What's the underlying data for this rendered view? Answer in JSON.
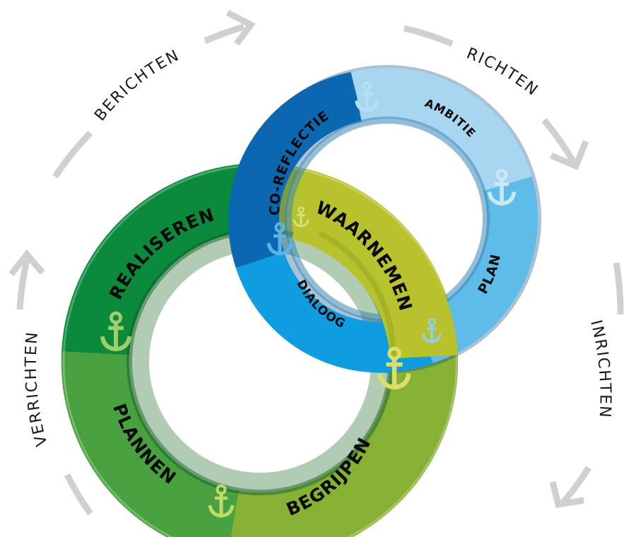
{
  "cycle": {
    "berichten": "BERICHTEN",
    "richten": "RICHTEN",
    "inrichten": "INRICHTEN",
    "verrichten": "VERRICHTEN"
  },
  "green_ring": {
    "realiseren": "REALISEREN",
    "waarnemen": "WAARNEMEN",
    "begrijpen": "BEGRIJPEN",
    "plannen": "PLANNEN"
  },
  "blue_ring": {
    "co_reflectie": "CO-REFLECTIE",
    "ambitie": "AMBITIE",
    "plan": "PLAN",
    "dialoog": "DIALOOG"
  },
  "colors": {
    "arrow_gray": "#cfd0d0",
    "green_dark": "#0a8a3c",
    "green_mid": "#47a040",
    "green_light": "#8fb531",
    "olive": "#b7c22c",
    "blue_dark": "#0a62a5",
    "blue_mid": "#1aa0e0",
    "blue_light": "#9dd1ef"
  },
  "icons": [
    "anchor-icon"
  ]
}
